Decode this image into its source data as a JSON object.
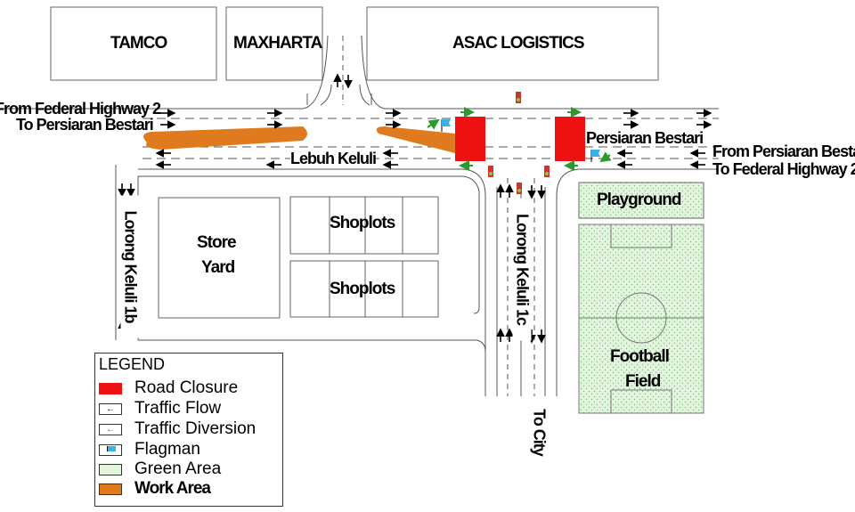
{
  "buildings": {
    "tamco": "TAMCO",
    "maxharta": "MAXHARTA",
    "asac": "ASAC LOGISTICS"
  },
  "roads": {
    "from_fed_hwy": "From Federal Highway 2",
    "to_persiaran_west": "To Persiaran Bestari",
    "lebuh_keluli": "Lebuh Keluli",
    "persiaran_bestari": "Persiaran Bestari",
    "from_persiaran": "From Persiaran Bestari",
    "to_fed_hwy": "To Federal Highway 2",
    "lorong_1b": "Lorong Keluli 1b",
    "lorong_1c": "Lorong Keluli 1c",
    "to_city": "To City"
  },
  "areas": {
    "store_yard_1": "Store",
    "store_yard_2": "Yard",
    "shoplots_1": "Shoplots",
    "shoplots_2": "Shoplots",
    "playground": "Playground",
    "football_1": "Football",
    "football_2": "Field"
  },
  "legend": {
    "title": "LEGEND",
    "items": [
      {
        "label": "Road Closure",
        "icon": "red-box"
      },
      {
        "label": "Traffic Flow",
        "icon": "black-arrow"
      },
      {
        "label": "Traffic Diversion",
        "icon": "green-arrow"
      },
      {
        "label": "Flagman",
        "icon": "flag"
      },
      {
        "label": "Green Area",
        "icon": "dotted-green"
      },
      {
        "label": "Work Area",
        "icon": "orange-box"
      }
    ]
  },
  "colors": {
    "closure": "#ee1111",
    "work": "#e07a1f",
    "green": "#e3f5df",
    "diversion": "#2a9a2a",
    "flag": "#3ab0e8"
  }
}
